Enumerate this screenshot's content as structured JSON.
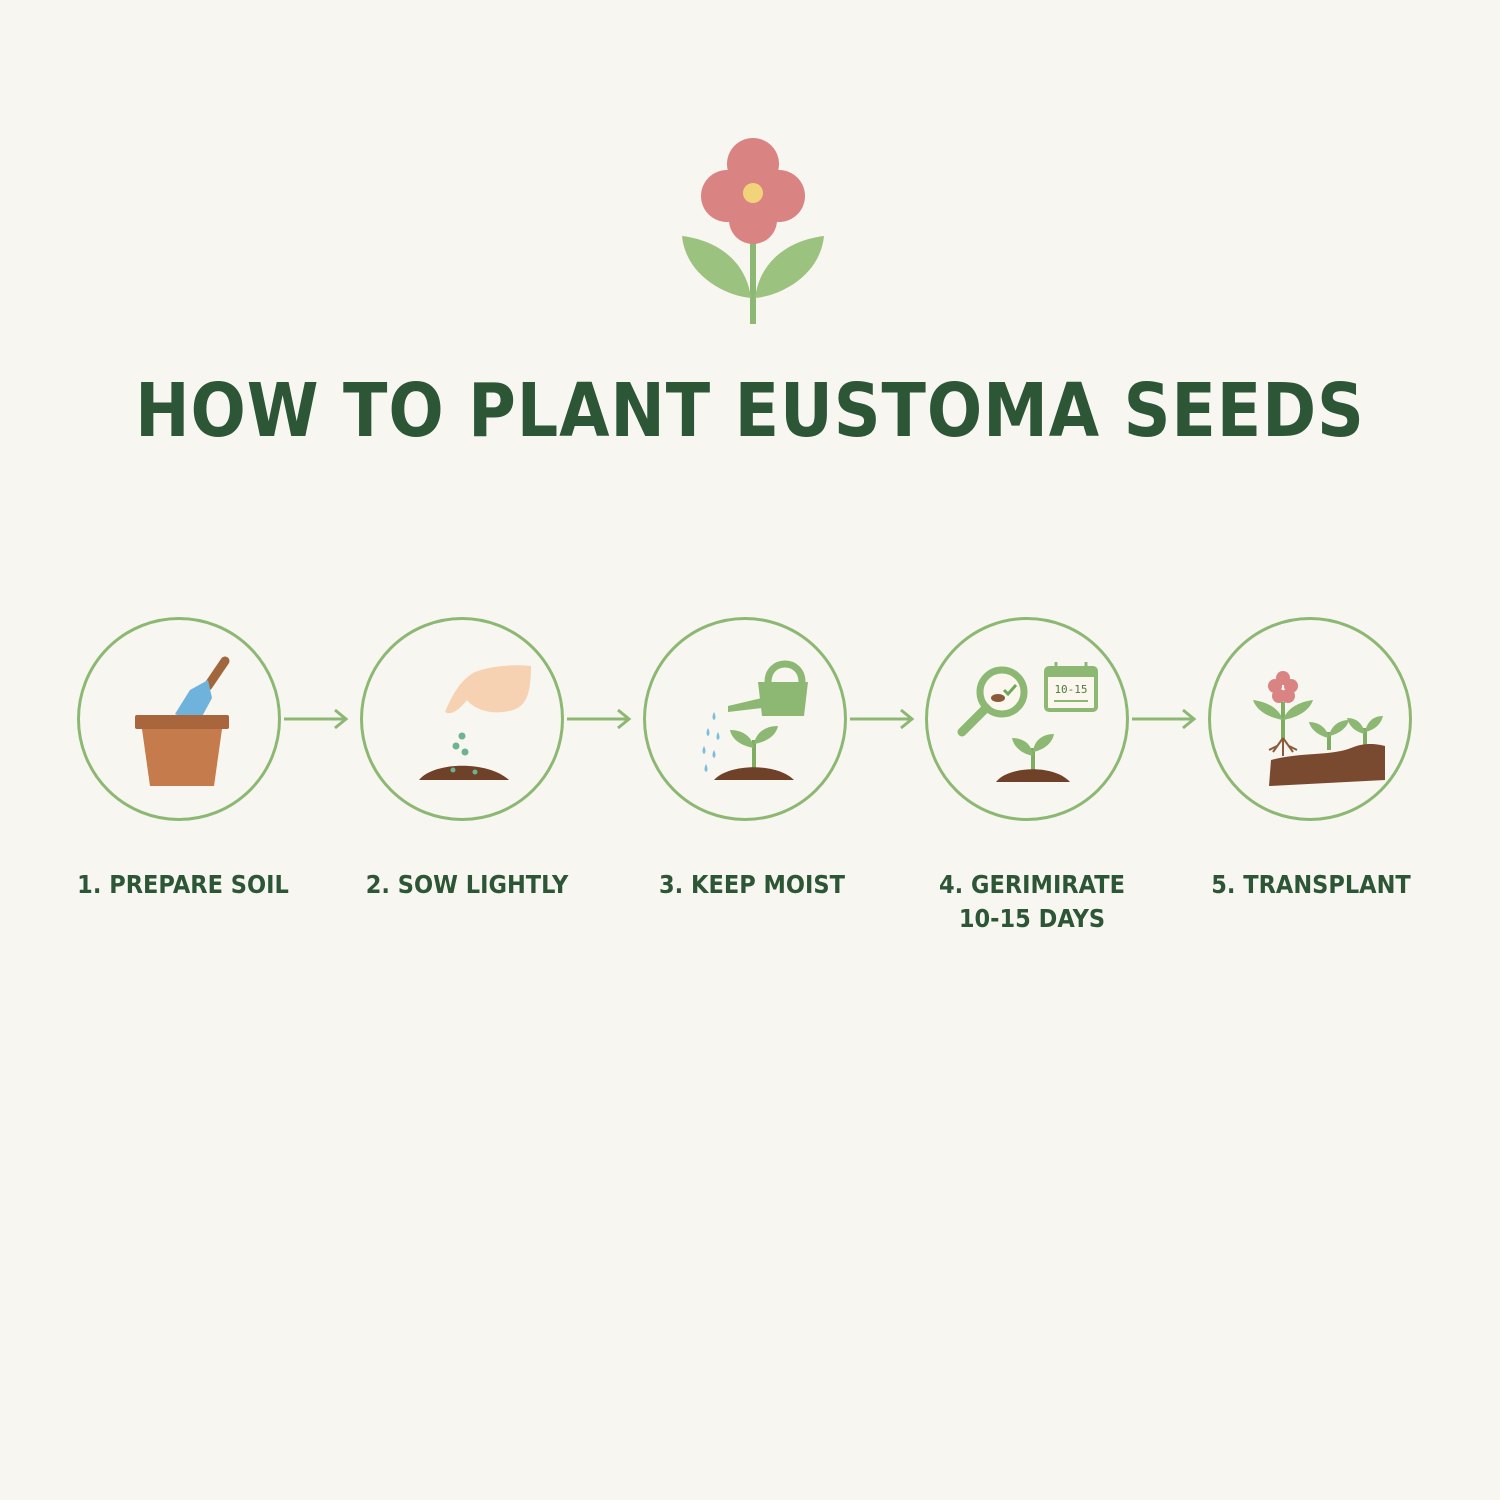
{
  "header": {
    "title": "HOW TO PLANT EUSTOMA SEEDS",
    "logo_icon": "flower-icon"
  },
  "steps": [
    {
      "label": "1. PREPARE SOIL",
      "icon": "pot-with-trowel-icon"
    },
    {
      "label": "2. SOW LIGHTLY",
      "icon": "hand-sowing-seeds-icon"
    },
    {
      "label": "3. KEEP MOIST",
      "icon": "watering-can-icon"
    },
    {
      "label_line1": "4. GERIMIRATE",
      "label_line2": "10-15 DAYS",
      "icon": "magnifier-calendar-icon",
      "calendar_text": "10-15"
    },
    {
      "label": "5. TRANSPLANT",
      "icon": "transplant-seedlings-icon"
    }
  ],
  "colors": {
    "background": "#f8f6f0",
    "title": "#2c5635",
    "accent_green": "#8cb873",
    "petal_pink": "#d98383",
    "soil_brown": "#7a4a30"
  }
}
